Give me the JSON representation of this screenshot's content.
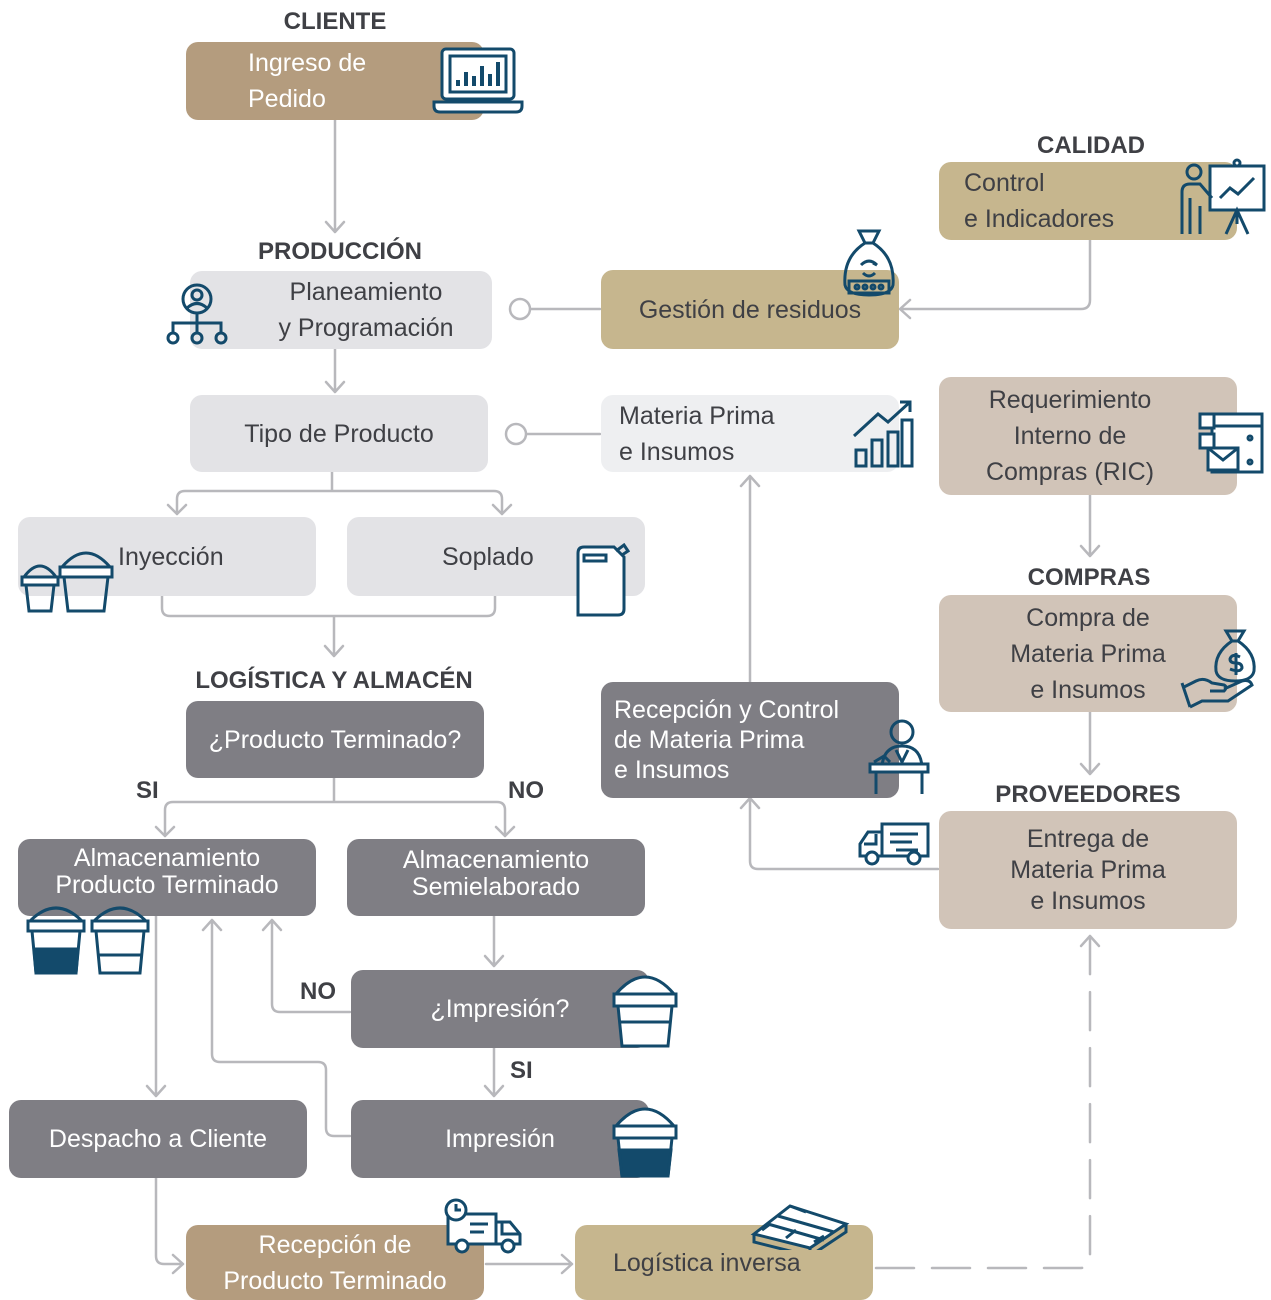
{
  "colors": {
    "brown": "#b49c7e",
    "khaki": "#c6b68e",
    "tan": "#d1c4b8",
    "light_gray": "#e3e3e6",
    "dark_gray": "#7f7e84",
    "icon_navy": "#134a6b",
    "connector": "#b8b8bc",
    "text": "#3f4045"
  },
  "sections": {
    "cliente": "CLIENTE",
    "produccion": "PRODUCCIÓN",
    "calidad": "CALIDAD",
    "logistica": "LOGÍSTICA Y ALMACÉN",
    "compras": "COMPRAS",
    "proveedores": "PROVEEDORES"
  },
  "boxes": {
    "ingreso_pedido": "Ingreso de\nPedido",
    "planeamiento": "Planeamiento\ny Programación",
    "control_indicadores": "Control\ne Indicadores",
    "gestion_residuos": "Gestión de residuos",
    "tipo_producto": "Tipo de Producto",
    "materia_prima": "Materia Prima\ne Insumos",
    "requerimiento": "Requerimiento\nInterno de\nCompras (RIC)",
    "inyeccion": "Inyección",
    "soplado": "Soplado",
    "compra_mp": "Compra de\nMateria Prima\ne Insumos",
    "producto_terminado_q": "¿Producto Terminado?",
    "recepcion_control": "Recepción y Control\nde Materia Prima\ne Insumos",
    "almacen_pt": "Almacenamiento\nProducto Terminado",
    "almacen_semi": "Almacenamiento\nSemielaborado",
    "entrega_mp": "Entrega de\nMateria Prima\ne Insumos",
    "impresion_q": "¿Impresión?",
    "despacho": "Despacho a Cliente",
    "impresion": "Impresión",
    "recepcion_pt": "Recepción de\nProducto Terminado",
    "logistica_inversa": "Logística inversa"
  },
  "labels": {
    "si_1": "SI",
    "no_1": "NO",
    "no_2": "NO",
    "si_2": "SI"
  },
  "icons": [
    "laptop-chart-icon",
    "org-chart-icon",
    "presentation-chart-icon",
    "recycle-bag-icon",
    "growth-chart-icon",
    "purchase-order-icon",
    "buckets-icon",
    "jerrycan-icon",
    "money-bag-hand-icon",
    "inspector-desk-icon",
    "delivery-truck-icon",
    "filled-buckets-icon",
    "bucket-icon",
    "printed-bucket-icon",
    "clock-truck-icon",
    "pallet-icon"
  ]
}
